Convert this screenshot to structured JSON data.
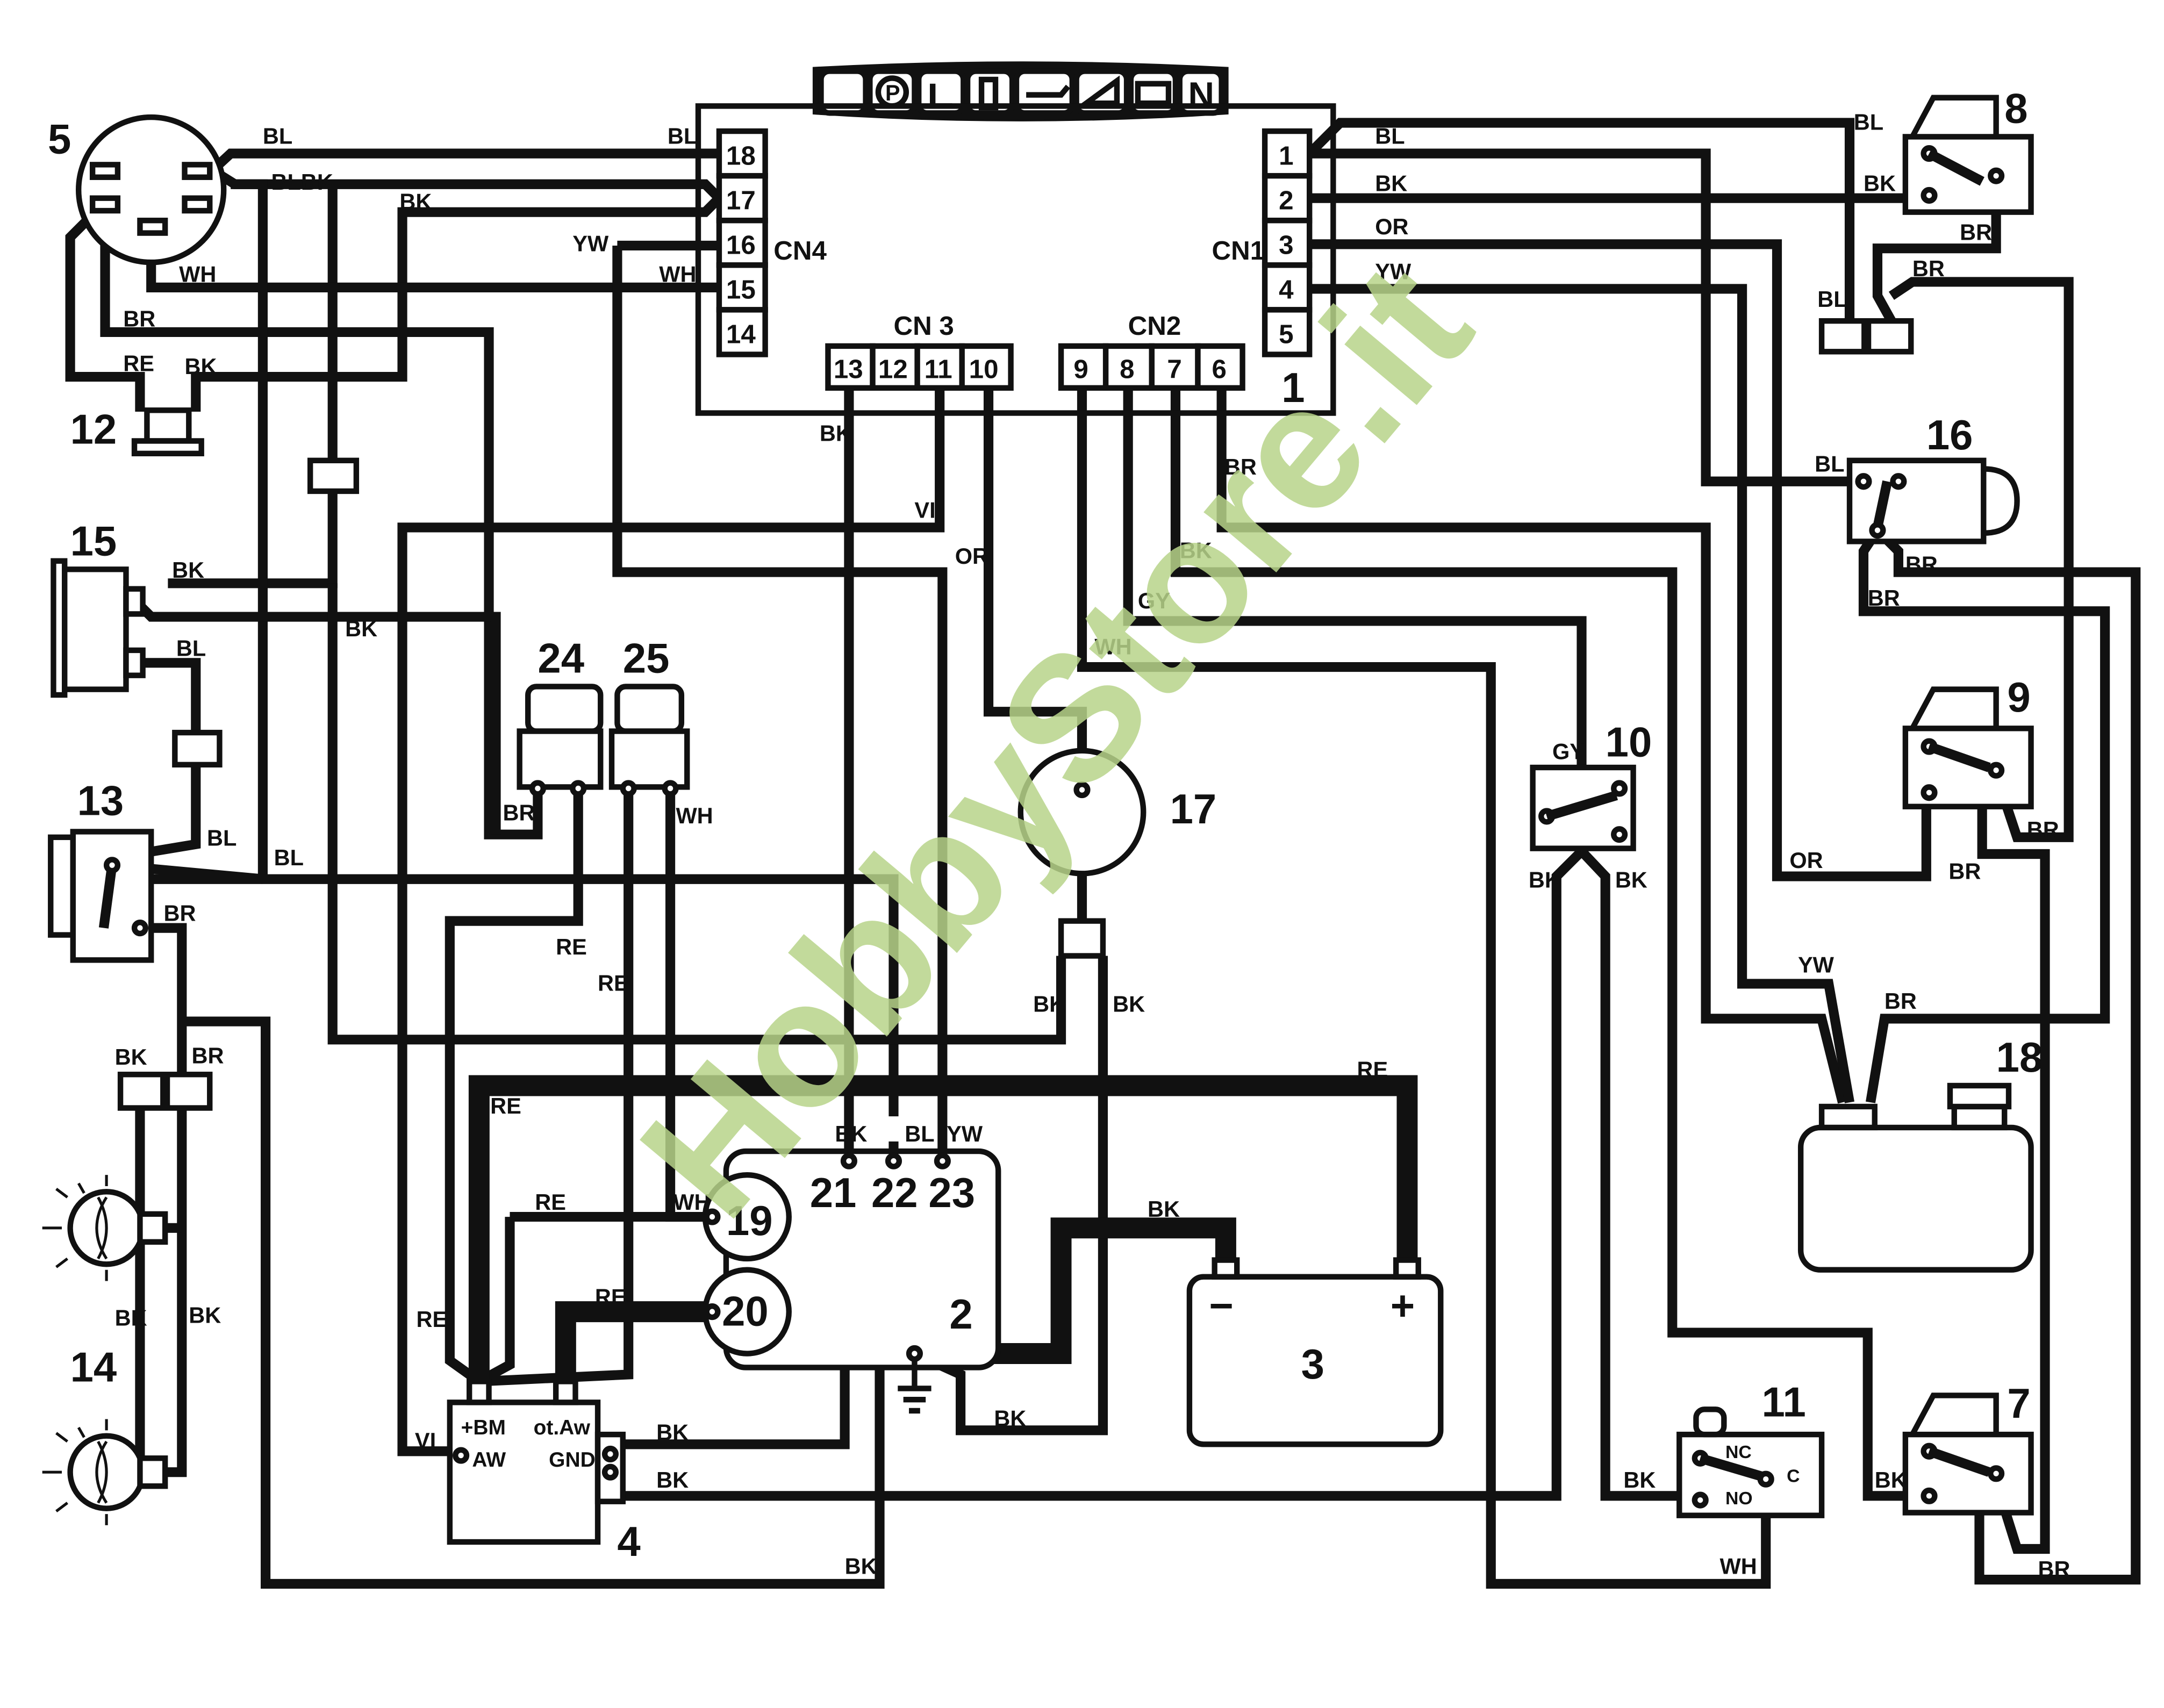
{
  "watermark": "HobbyStore.it",
  "dashboard": {
    "n_label": "N",
    "icons": [
      "seat-belt-icon",
      "parking-brake-icon",
      "seat-icon",
      "fuel-icon",
      "oil-icon",
      "mower-deck-icon",
      "battery-icon"
    ]
  },
  "components": {
    "c1": "1",
    "c2": "2",
    "c3": "3",
    "c4": "4",
    "c5": "5",
    "c7": "7",
    "c8": "8",
    "c9": "9",
    "c10": "10",
    "c11": "11",
    "c12": "12",
    "c13": "13",
    "c14": "14",
    "c15": "15",
    "c16": "16",
    "c17": "17",
    "c18": "18",
    "c19": "19",
    "c20": "20",
    "c21": "21",
    "c22": "22",
    "c23": "23",
    "c24": "24",
    "c25": "25"
  },
  "connectors": {
    "cn4": {
      "label": "CN4",
      "pins": [
        "18",
        "17",
        "16",
        "15",
        "14"
      ]
    },
    "cn1": {
      "label": "CN1",
      "pins": [
        "1",
        "2",
        "3",
        "4",
        "5"
      ]
    },
    "cn3": {
      "label": "CN 3",
      "pins": [
        "13",
        "12",
        "11",
        "10"
      ]
    },
    "cn2": {
      "label": "CN2",
      "pins": [
        "9",
        "8",
        "7",
        "6"
      ]
    }
  },
  "battery": {
    "minus": "−",
    "plus": "+"
  },
  "module4": {
    "bm": "+BM",
    "otaw": "ot.Aw",
    "aw": "AW",
    "gnd": "GND"
  },
  "switch11": {
    "nc": "NC",
    "no": "NO",
    "c": "C"
  },
  "wire_labels": {
    "bl_5_top": "BL",
    "blbk": "BLBK",
    "bk_5": "BK",
    "wh_5": "WH",
    "br_5": "BR",
    "re_12": "RE",
    "bk_12": "BK",
    "bl_18": "BL",
    "yw_16": "YW",
    "wh_15": "WH",
    "bl_cn1_1": "BL",
    "bk_cn1_2": "BK",
    "or_cn1_3": "OR",
    "yw_cn1_4": "YW",
    "bl_8": "BL",
    "bk_8": "BK",
    "br_8": "BR",
    "bl_8b": "BL",
    "br_8b": "BR",
    "bk_cn3": "BK",
    "vi_cn3": "VI",
    "or_cn3": "OR",
    "br_cn2": "BR",
    "bk_cn2": "BK",
    "gy_cn2": "GY",
    "wh_cn2": "WH",
    "bl_16": "BL",
    "br_16a": "BR",
    "br_16b": "BR",
    "bk_15a": "BK",
    "bk_15b": "BK",
    "bl_15": "BL",
    "bl_13a": "BL",
    "bl_13b": "BL",
    "br_13": "BR",
    "br_24": "BR",
    "wh_25": "WH",
    "re_24a": "RE",
    "re_24b": "RE",
    "gy_10": "GY",
    "bk_10a": "BK",
    "bk_10b": "BK",
    "or_9": "OR",
    "br_9a": "BR",
    "br_9b": "BR",
    "bk_17a": "BK",
    "bk_17b": "BK",
    "yw_18": "YW",
    "br_18": "BR",
    "bk_14a": "BK",
    "br_14": "BR",
    "bk_14b": "BK",
    "bk_14c": "BK",
    "re_top": "RE",
    "re_left": "RE",
    "re_mid": "RE",
    "re_4": "RE",
    "re_20": "RE",
    "bk_t21": "BK",
    "bl_t22": "BL",
    "yw_t23": "YW",
    "wh_19": "WH",
    "bk_batt": "BK",
    "bk_gnd": "BK",
    "bk_4a": "BK",
    "bk_4b": "BK",
    "vi_4": "VI",
    "bk_bottom": "BK",
    "bk_11": "BK",
    "wh_11": "WH",
    "bk_7": "BK",
    "br_7": "BR"
  }
}
